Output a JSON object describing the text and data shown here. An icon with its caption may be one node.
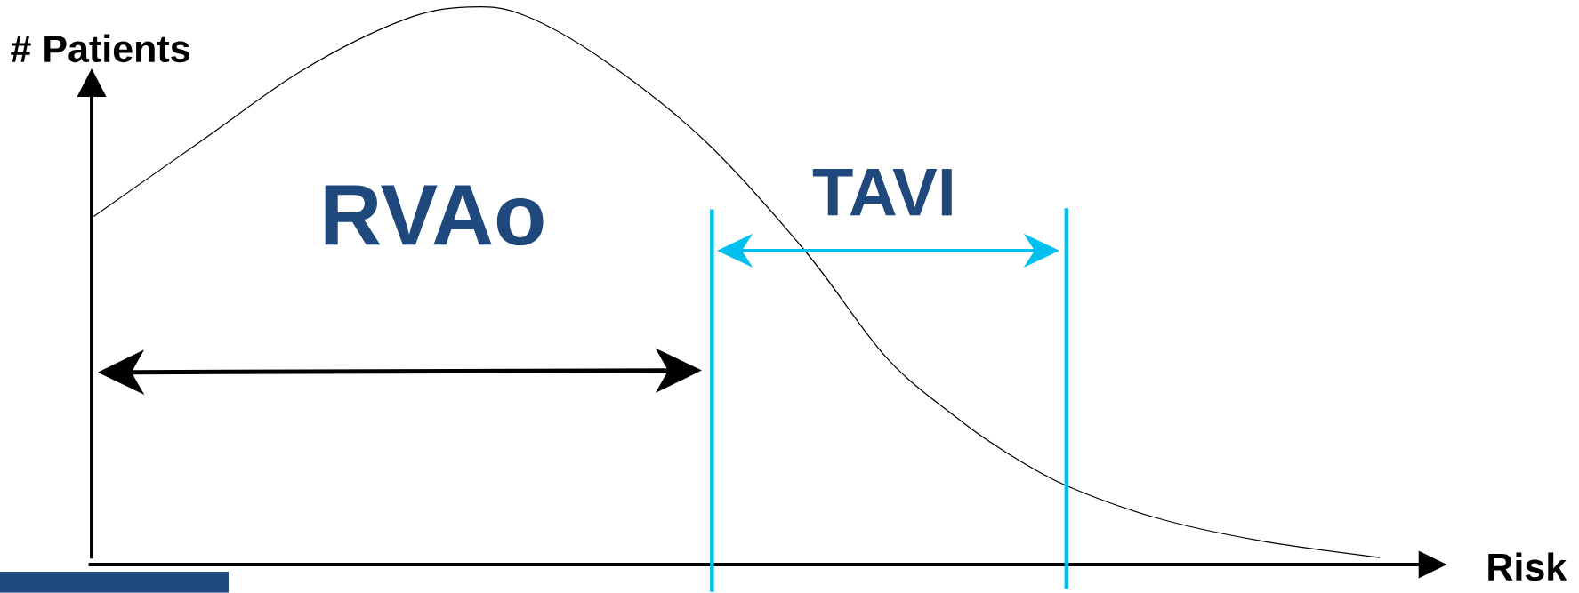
{
  "diagram": {
    "labels": [
      "# Patients",
      "RVAo",
      "TAVI",
      "Risk"
    ]
  }
}
